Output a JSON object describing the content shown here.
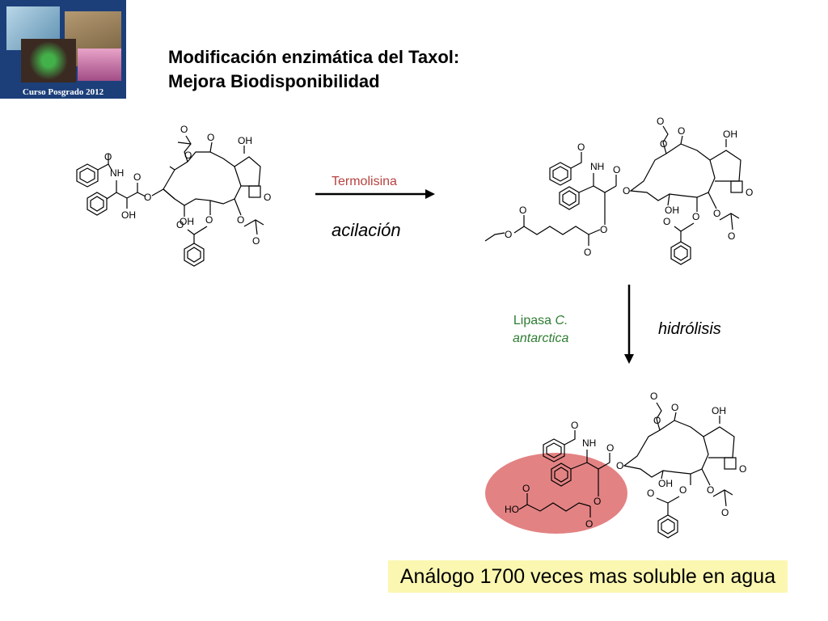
{
  "slide": {
    "logo_caption": "Curso Posgrado 2012",
    "title_line1": "Modificación enzimática del Taxol:",
    "title_line2": "Mejora Biodisponibilidad"
  },
  "reaction1": {
    "enzyme": "Termolisina",
    "process": "acilación"
  },
  "reaction2": {
    "enzyme_line1_plain": "Lipasa ",
    "enzyme_line1_italic": "C.",
    "enzyme_line2": "antarctica",
    "process": "hidrólisis"
  },
  "atom_labels": {
    "O": "O",
    "OH": "OH",
    "NH": "NH",
    "HO": "HO"
  },
  "conclusion": "Análogo 1700 veces mas soluble en agua",
  "colors": {
    "logo_bg": "#1c3f7a",
    "enzyme_red": "#b5433f",
    "enzyme_green": "#2e7d32",
    "highlight": "#d9585a",
    "banner_bg": "#fbf7b0"
  }
}
